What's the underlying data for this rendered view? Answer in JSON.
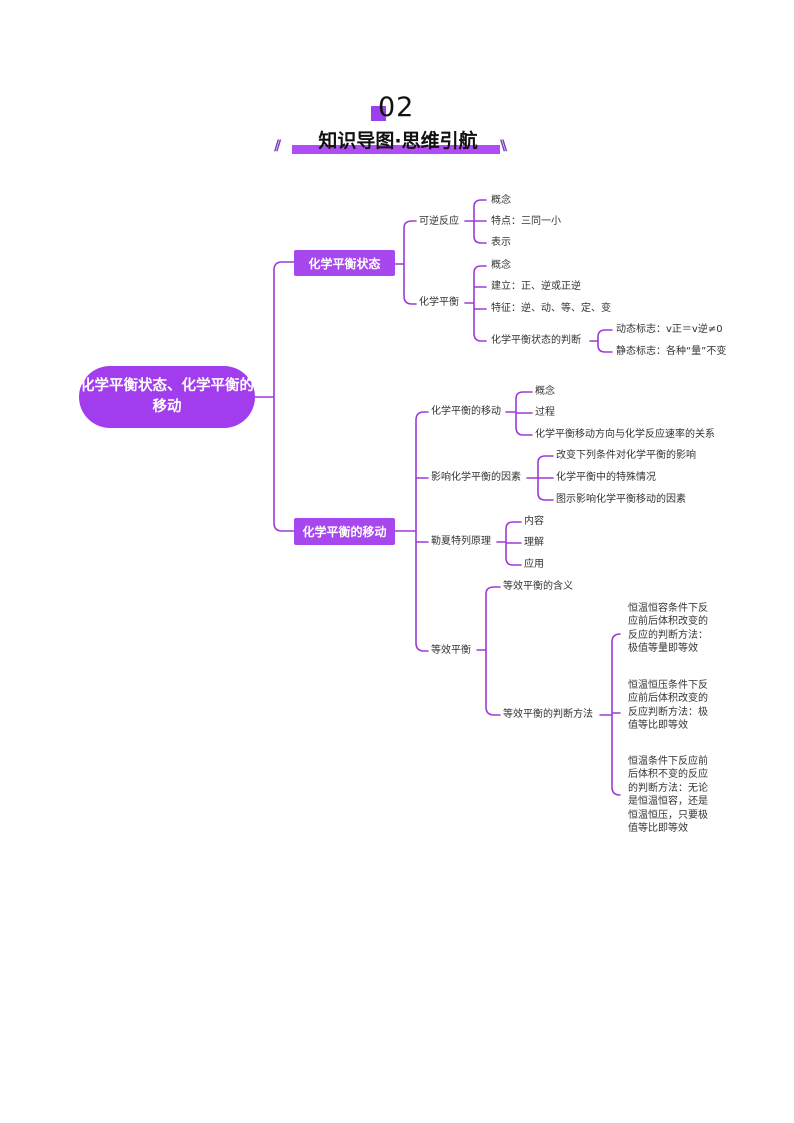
{
  "header": {
    "number": "02",
    "title": "知识导图·思维引航"
  },
  "colors": {
    "accent": "#a747ee",
    "line": "#9d3ad6"
  },
  "map": {
    "root": "化学平衡状态、化学平衡的移动",
    "b1": {
      "label": "化学平衡状态",
      "reversible": {
        "label": "可逆反应",
        "items": [
          "概念",
          "特点：三同一小",
          "表示"
        ]
      },
      "equilibrium": {
        "label": "化学平衡",
        "items": [
          "概念",
          "建立：正、逆或正逆",
          "特征：逆、动、等、定、变"
        ],
        "judge": {
          "label": "化学平衡状态的判断",
          "items": [
            "动态标志：v正＝v逆≠0",
            "静态标志：各种“量”不变"
          ]
        }
      }
    },
    "b2": {
      "label": "化学平衡的移动",
      "shift": {
        "label": "化学平衡的移动",
        "items": [
          "概念",
          "过程",
          "化学平衡移动方向与化学反应速率的关系"
        ]
      },
      "factors": {
        "label": "影响化学平衡的因素",
        "items": [
          "改变下列条件对化学平衡的影响",
          "化学平衡中的特殊情况",
          "图示影响化学平衡移动的因素"
        ]
      },
      "lechatelier": {
        "label": "勒夏特列原理",
        "items": [
          "内容",
          "理解",
          "应用"
        ]
      },
      "equivalent": {
        "label": "等效平衡",
        "meaning": "等效平衡的含义",
        "methods": {
          "label": "等效平衡的判断方法",
          "items": [
            "恒温恒容条件下反应前后体积改变的反应的判断方法：极值等量即等效",
            "恒温恒压条件下反应前后体积改变的反应判断方法：极值等比即等效",
            "恒温条件下反应前后体积不变的反应的判断方法：无论是恒温恒容，还是恒温恒压，只要极值等比即等效"
          ]
        }
      }
    }
  }
}
